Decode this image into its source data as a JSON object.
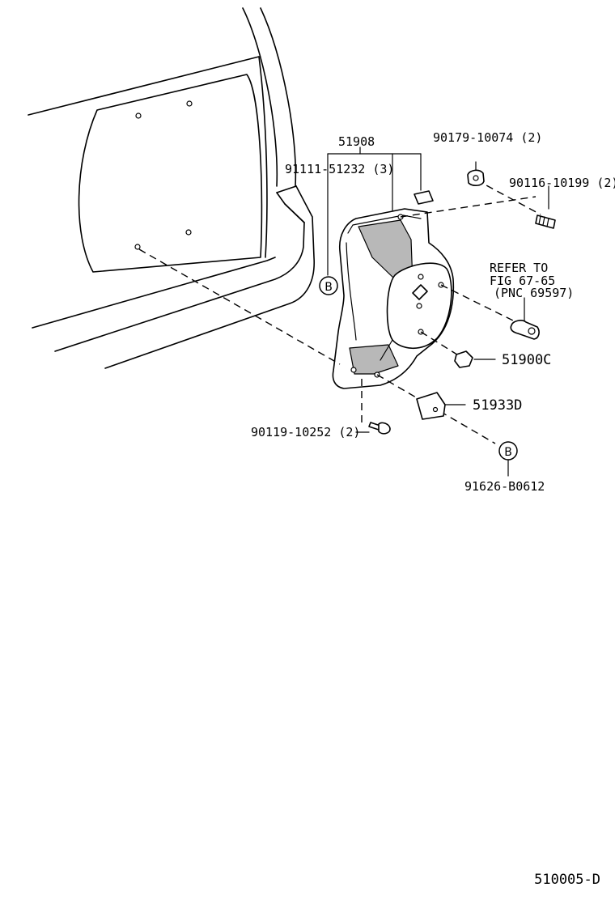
{
  "diagram": {
    "callouts": {
      "p51908": "51908",
      "p90179": "90179-10074 (2)",
      "p91111": "91111-51232 (3)",
      "p90116": "90116-10199 (2)",
      "refer1": "REFER TO",
      "refer2": "FIG 67-65",
      "refer3": "(PNC 69597)",
      "p51900c": "51900C",
      "p51933d": "51933D",
      "p90119": "90119-10252 (2)",
      "p91626": "91626-B0612"
    },
    "ref_marker_letter": "B",
    "figure_code": "510005-D"
  }
}
